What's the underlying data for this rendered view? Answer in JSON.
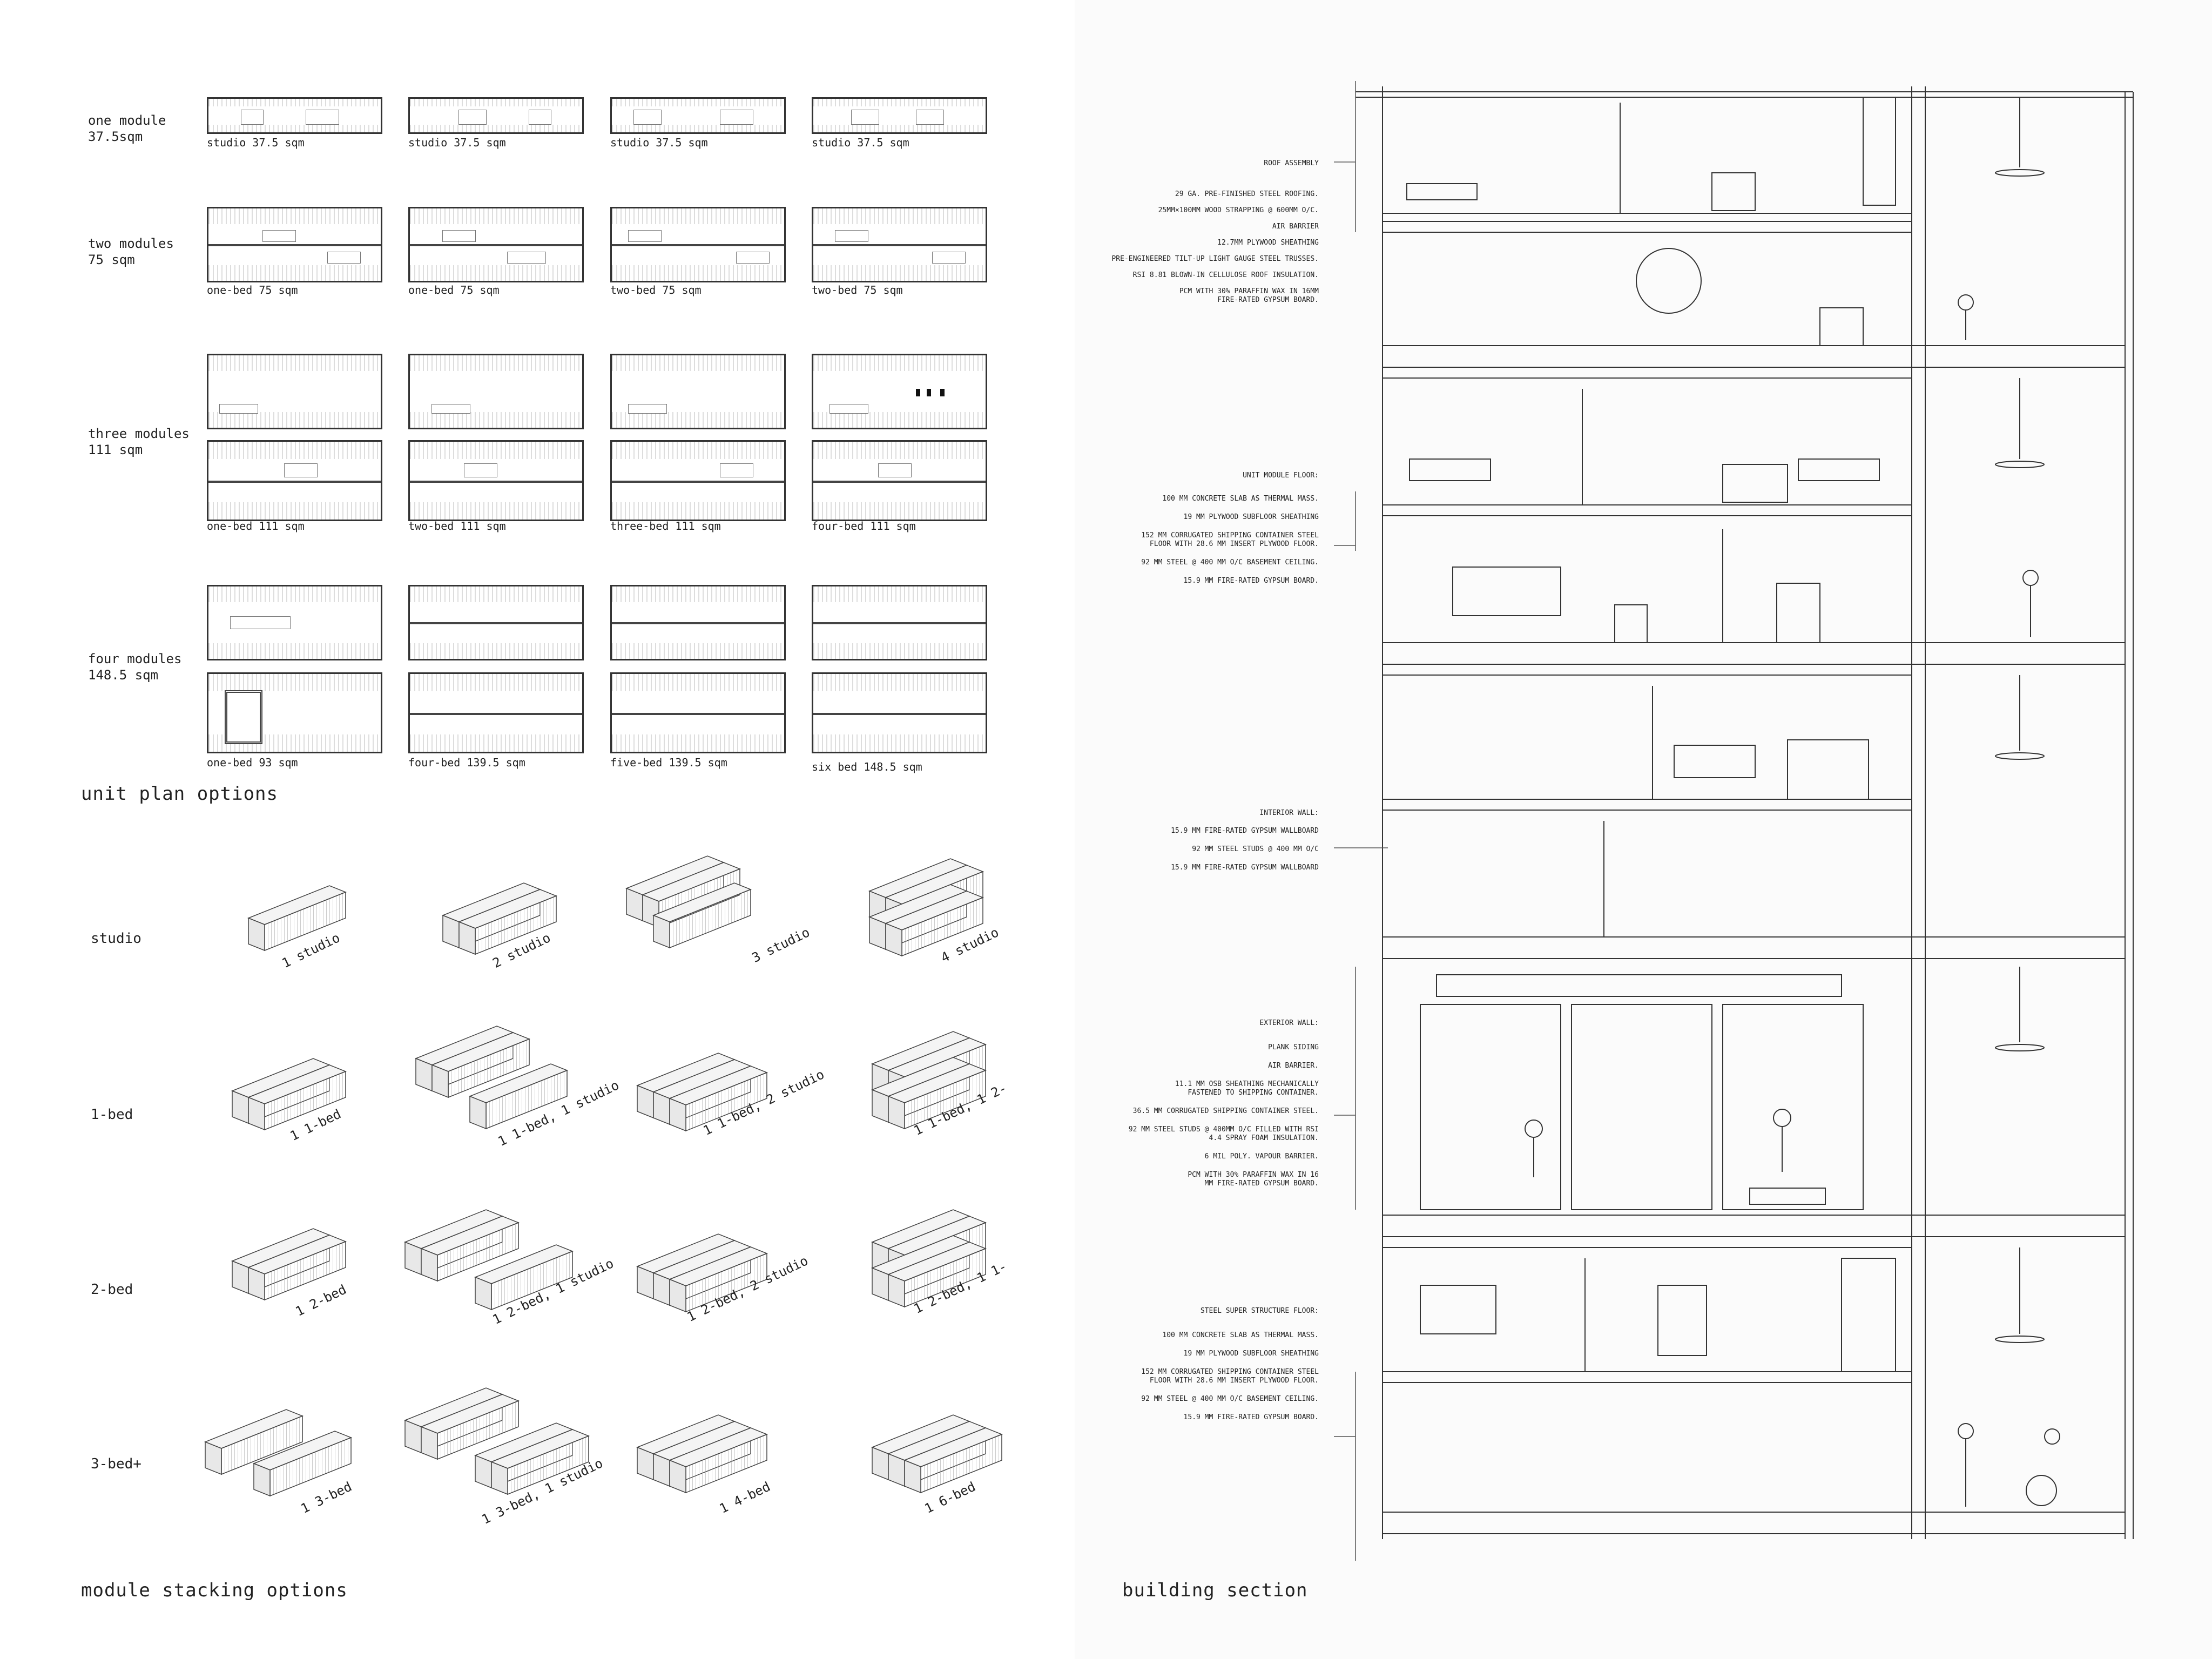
{
  "unit_plans": {
    "title": "unit plan options",
    "rows": [
      {
        "label": "one module\n37.5sqm",
        "modules": 1,
        "captions": [
          "studio 37.5 sqm",
          "studio 37.5 sqm",
          "studio 37.5 sqm",
          "studio 37.5 sqm"
        ]
      },
      {
        "label": "two modules\n75 sqm",
        "modules": 2,
        "captions": [
          "one-bed 75 sqm",
          "one-bed 75 sqm",
          "two-bed 75 sqm",
          "two-bed 75 sqm"
        ]
      },
      {
        "label": "three modules\n111 sqm",
        "modules": 3,
        "captions": [
          "one-bed 111 sqm",
          "two-bed 111 sqm",
          "three-bed 111 sqm",
          "four-bed 111 sqm"
        ]
      },
      {
        "label": "four modules\n148.5 sqm",
        "modules": 4,
        "captions": [
          "one-bed 93 sqm",
          "four-bed 139.5 sqm",
          "five-bed 139.5 sqm",
          "six bed 148.5 sqm"
        ]
      }
    ]
  },
  "stacking": {
    "title": "module stacking options",
    "rows": [
      {
        "label": "studio",
        "items": [
          "1 studio",
          "2 studio",
          "3 studio",
          "4 studio"
        ]
      },
      {
        "label": "1-bed",
        "items": [
          "1 1-bed",
          "1 1-bed, 1 studio",
          "1 1-bed, 2 studio",
          "1 1-bed, 1 2-"
        ]
      },
      {
        "label": "2-bed",
        "items": [
          "1 2-bed",
          "1 2-bed, 1 studio",
          "1 2-bed, 2 studio",
          "1 2-bed, 1 1-"
        ]
      },
      {
        "label": "3-bed+",
        "items": [
          "1 3-bed",
          "1 3-bed, 1 studio",
          "1 4-bed",
          "1 6-bed"
        ]
      }
    ]
  },
  "section": {
    "title": "building section",
    "notes": [
      {
        "heading": "ROOF ASSEMBLY",
        "lines": [
          "29 GA. PRE-FINISHED STEEL ROOFING.",
          "25MM×100MM WOOD STRAPPING @ 600MM O/C.",
          "AIR BARRIER",
          "12.7MM PLYWOOD SHEATHING",
          "PRE-ENGINEERED TILT-UP LIGHT GAUGE STEEL TRUSSES.",
          "RSI 8.81 BLOWN-IN CELLULOSE ROOF INSULATION.",
          "PCM WITH 30% PARAFFIN WAX IN 16MM\nFIRE-RATED GYPSUM BOARD."
        ]
      },
      {
        "heading": "UNIT MODULE FLOOR:",
        "lines": [
          "100 MM CONCRETE SLAB AS THERMAL MASS.",
          "19 MM PLYWOOD SUBFLOOR SHEATHING",
          "152 MM CORRUGATED SHIPPING CONTAINER STEEL\nFLOOR WITH 28.6 MM INSERT PLYWOOD FLOOR.",
          "92 MM STEEL @ 400 MM O/C BASEMENT CEILING.",
          "15.9 MM FIRE-RATED GYPSUM BOARD."
        ]
      },
      {
        "heading": "INTERIOR WALL:",
        "lines": [
          "15.9 MM FIRE-RATED GYPSUM WALLBOARD",
          "92 MM STEEL STUDS @ 400 MM O/C",
          "15.9 MM FIRE-RATED GYPSUM WALLBOARD"
        ]
      },
      {
        "heading": "EXTERIOR WALL:",
        "lines": [
          "PLANK SIDING",
          "AIR BARRIER.",
          "11.1 MM OSB SHEATHING MECHANICALLY\nFASTENED TO SHIPPING CONTAINER.",
          "36.5 MM CORRUGATED SHIPPING CONTAINER STEEL.",
          "92 MM STEEL STUDS @ 400MM O/C FILLED WITH RSI\n4.4 SPRAY FOAM INSULATION.",
          "6 MIL POLY. VAPOUR BARRIER.",
          "PCM WITH 30% PARAFFIN WAX IN 16\nMM FIRE-RATED GYPSUM BOARD."
        ]
      },
      {
        "heading": "STEEL SUPER STRUCTURE FLOOR:",
        "lines": [
          "100 MM CONCRETE SLAB AS THERMAL MASS.",
          "19 MM PLYWOOD SUBFLOOR SHEATHING",
          "152 MM CORRUGATED SHIPPING CONTAINER STEEL\nFLOOR WITH 28.6 MM INSERT PLYWOOD FLOOR.",
          "92 MM STEEL @ 400 MM O/C BASEMENT CEILING.",
          "15.9 MM FIRE-RATED GYPSUM BOARD."
        ]
      }
    ]
  }
}
